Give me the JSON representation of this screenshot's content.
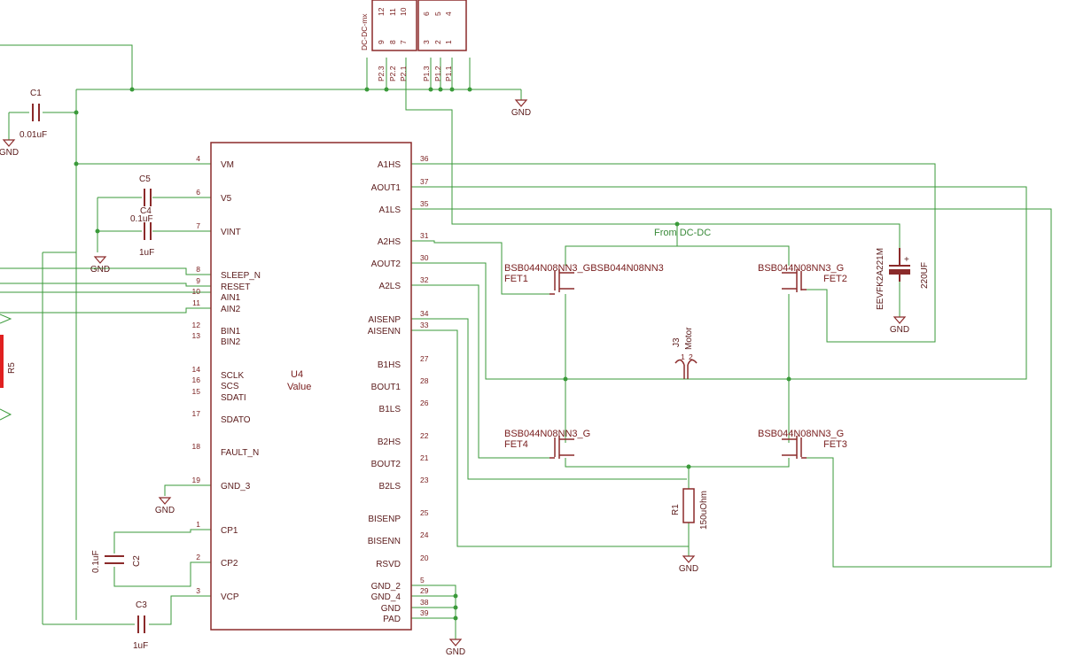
{
  "colors": {
    "wire": "#3a9a3a",
    "part": "#8b2a2a",
    "text": "#5a1a1a",
    "highlight": "#e02020"
  },
  "u4": {
    "name": "U4",
    "value": "Value",
    "left_pins": [
      {
        "num": "4",
        "name": "VM"
      },
      {
        "num": "6",
        "name": "V5"
      },
      {
        "num": "7",
        "name": "VINT"
      },
      {
        "num": "8",
        "name": "SLEEP_N"
      },
      {
        "num": "9",
        "name": "RESET"
      },
      {
        "num": "10",
        "name": "AIN1"
      },
      {
        "num": "11",
        "name": "AIN2"
      },
      {
        "num": "12",
        "name": "BIN1"
      },
      {
        "num": "13",
        "name": "BIN2"
      },
      {
        "num": "14",
        "name": "SCLK"
      },
      {
        "num": "16",
        "name": "SCS"
      },
      {
        "num": "15",
        "name": "SDATI"
      },
      {
        "num": "17",
        "name": "SDATO"
      },
      {
        "num": "18",
        "name": "FAULT_N"
      },
      {
        "num": "19",
        "name": "GND_3"
      },
      {
        "num": "1",
        "name": "CP1"
      },
      {
        "num": "2",
        "name": "CP2"
      },
      {
        "num": "3",
        "name": "VCP"
      }
    ],
    "right_pins": [
      {
        "num": "36",
        "name": "A1HS"
      },
      {
        "num": "37",
        "name": "AOUT1"
      },
      {
        "num": "35",
        "name": "A1LS"
      },
      {
        "num": "31",
        "name": "A2HS"
      },
      {
        "num": "30",
        "name": "AOUT2"
      },
      {
        "num": "32",
        "name": "A2LS"
      },
      {
        "num": "34",
        "name": "AISENP"
      },
      {
        "num": "33",
        "name": "AISENN"
      },
      {
        "num": "27",
        "name": "B1HS"
      },
      {
        "num": "28",
        "name": "BOUT1"
      },
      {
        "num": "26",
        "name": "B1LS"
      },
      {
        "num": "22",
        "name": "B2HS"
      },
      {
        "num": "21",
        "name": "BOUT2"
      },
      {
        "num": "23",
        "name": "B2LS"
      },
      {
        "num": "25",
        "name": "BISENP"
      },
      {
        "num": "24",
        "name": "BISENN"
      },
      {
        "num": "20",
        "name": "RSVD"
      },
      {
        "num": "5",
        "name": "GND_2"
      },
      {
        "num": "29",
        "name": "GND_4"
      },
      {
        "num": "38",
        "name": "GND"
      },
      {
        "num": "39",
        "name": "PAD"
      }
    ]
  },
  "caps": {
    "c1": {
      "name": "C1",
      "value": "0.01uF"
    },
    "c5": {
      "name": "C5",
      "value": "0.1uF"
    },
    "c4": {
      "name": "C4",
      "value": "1uF"
    },
    "c2": {
      "name": "C2",
      "value": "0.1uF"
    },
    "c3": {
      "name": "C3",
      "value": "1uF"
    }
  },
  "fets": {
    "fet1": {
      "name": "FET1",
      "part": "BSB044N08NN3_GBSB044N08NN3"
    },
    "fet2": {
      "name": "FET2",
      "part": "BSB044N08NN3_G"
    },
    "fet3": {
      "name": "FET3",
      "part": "BSB044N08NN3_G"
    },
    "fet4": {
      "name": "FET4",
      "part": "BSB044N08NN3_G"
    }
  },
  "r1": {
    "name": "R1",
    "value": "150uOhm"
  },
  "r5": {
    "name": "R5"
  },
  "bulk_cap": {
    "part": "EEVFK2A221M",
    "value": "220UF"
  },
  "motor": {
    "ref": "J3",
    "name": "Motor",
    "pin1": "1",
    "pin2": "2"
  },
  "net_label": "From DC-DC",
  "gnd": "GND",
  "connector": {
    "label": "DC-DC-mx",
    "top_pins": [
      "12",
      "11",
      "10",
      "6",
      "5",
      "4"
    ],
    "mid_pins": [
      "9",
      "8",
      "7",
      "3",
      "2",
      "1"
    ],
    "nets": [
      "P2.3",
      "P2.2",
      "P2.1",
      "P1.3",
      "P1.2",
      "P1.1"
    ]
  }
}
